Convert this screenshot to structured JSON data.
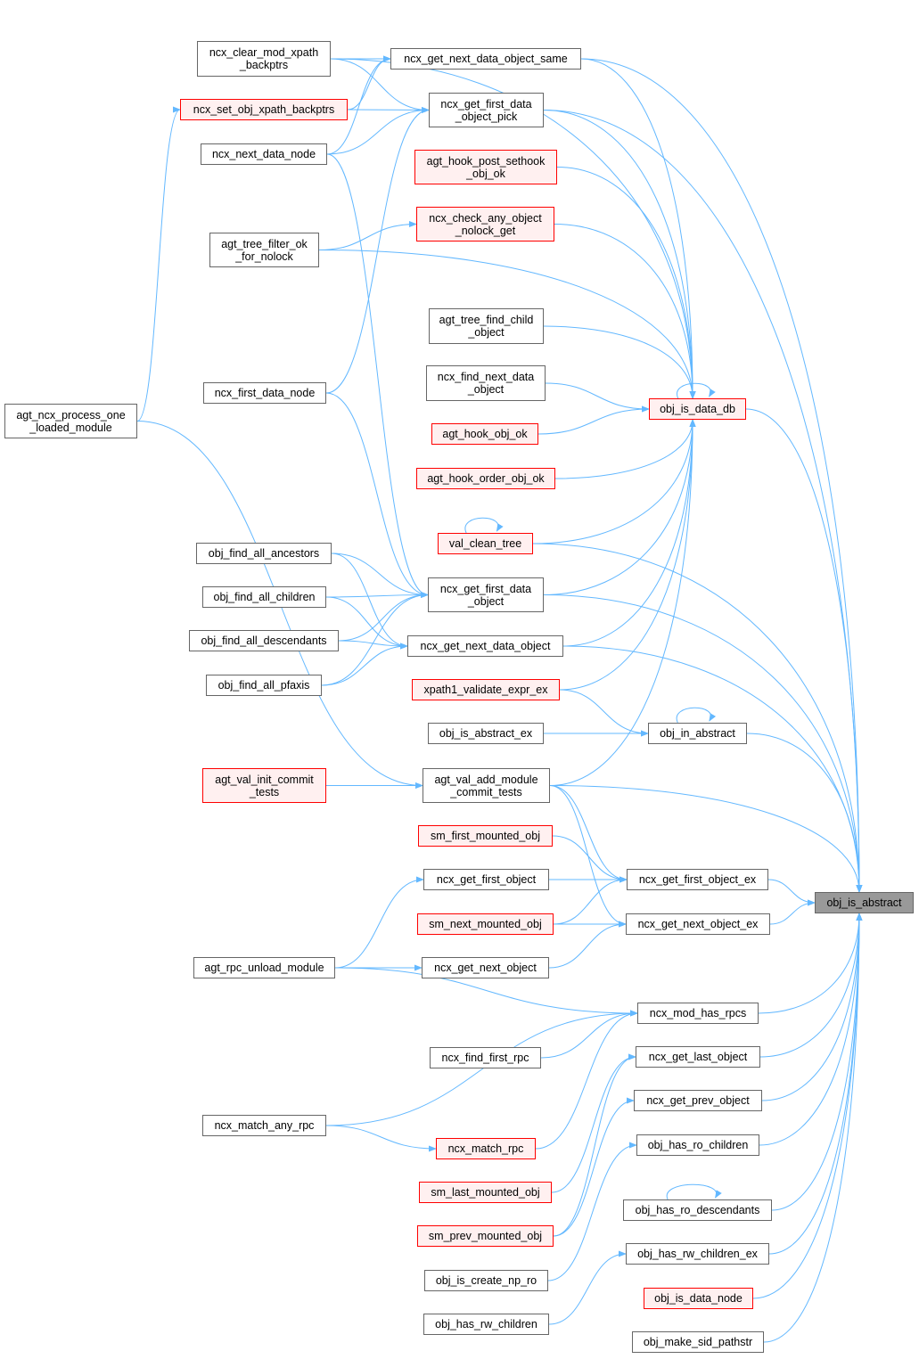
{
  "colors": {
    "edge": "#63b8ff",
    "node_border": "#666666",
    "highlight_border": "#ff0000",
    "highlight_fill": "#fff0f0",
    "focus_fill": "#999999"
  },
  "nodes": [
    {
      "id": "clear_xpath",
      "lines": [
        "ncx_clear_mod_xpath",
        "_backptrs"
      ],
      "style": "normal"
    },
    {
      "id": "next_same",
      "lines": [
        "ncx_get_next_data_object_same"
      ],
      "style": "normal"
    },
    {
      "id": "set_xpath",
      "lines": [
        "ncx_set_obj_xpath_backptrs"
      ],
      "style": "red"
    },
    {
      "id": "first_pick",
      "lines": [
        "ncx_get_first_data",
        "_object_pick"
      ],
      "style": "normal"
    },
    {
      "id": "next_data_node",
      "lines": [
        "ncx_next_data_node"
      ],
      "style": "normal"
    },
    {
      "id": "post_sethook",
      "lines": [
        "agt_hook_post_sethook",
        "_obj_ok"
      ],
      "style": "red"
    },
    {
      "id": "check_any",
      "lines": [
        "ncx_check_any_object",
        "_nolock_get"
      ],
      "style": "red"
    },
    {
      "id": "tree_filter",
      "lines": [
        "agt_tree_filter_ok",
        "_for_nolock"
      ],
      "style": "normal"
    },
    {
      "id": "find_child",
      "lines": [
        "agt_tree_find_child",
        "_object"
      ],
      "style": "normal"
    },
    {
      "id": "find_next_data",
      "lines": [
        "ncx_find_next_data",
        "_object"
      ],
      "style": "normal"
    },
    {
      "id": "first_data_node",
      "lines": [
        "ncx_first_data_node"
      ],
      "style": "normal"
    },
    {
      "id": "process_one",
      "lines": [
        "agt_ncx_process_one",
        "_loaded_module"
      ],
      "style": "normal"
    },
    {
      "id": "is_data_db",
      "lines": [
        "obj_is_data_db"
      ],
      "style": "red"
    },
    {
      "id": "hook_obj_ok",
      "lines": [
        "agt_hook_obj_ok"
      ],
      "style": "red"
    },
    {
      "id": "hook_order",
      "lines": [
        "agt_hook_order_obj_ok"
      ],
      "style": "red"
    },
    {
      "id": "val_clean",
      "lines": [
        "val_clean_tree"
      ],
      "style": "red"
    },
    {
      "id": "ancestors",
      "lines": [
        "obj_find_all_ancestors"
      ],
      "style": "normal"
    },
    {
      "id": "first_data_obj",
      "lines": [
        "ncx_get_first_data",
        "_object"
      ],
      "style": "normal"
    },
    {
      "id": "children",
      "lines": [
        "obj_find_all_children"
      ],
      "style": "normal"
    },
    {
      "id": "descendants",
      "lines": [
        "obj_find_all_descendants"
      ],
      "style": "normal"
    },
    {
      "id": "next_data_obj",
      "lines": [
        "ncx_get_next_data_object"
      ],
      "style": "normal"
    },
    {
      "id": "pfaxis",
      "lines": [
        "obj_find_all_pfaxis"
      ],
      "style": "normal"
    },
    {
      "id": "xpath1",
      "lines": [
        "xpath1_validate_expr_ex"
      ],
      "style": "red"
    },
    {
      "id": "abstract_ex",
      "lines": [
        "obj_is_abstract_ex"
      ],
      "style": "normal"
    },
    {
      "id": "in_abstract",
      "lines": [
        "obj_in_abstract"
      ],
      "style": "normal"
    },
    {
      "id": "init_commit",
      "lines": [
        "agt_val_init_commit",
        "_tests"
      ],
      "style": "red"
    },
    {
      "id": "add_module",
      "lines": [
        "agt_val_add_module",
        "_commit_tests"
      ],
      "style": "normal"
    },
    {
      "id": "sm_first",
      "lines": [
        "sm_first_mounted_obj"
      ],
      "style": "red"
    },
    {
      "id": "first_object",
      "lines": [
        "ncx_get_first_object"
      ],
      "style": "normal"
    },
    {
      "id": "first_object_ex",
      "lines": [
        "ncx_get_first_object_ex"
      ],
      "style": "normal"
    },
    {
      "id": "is_abstract",
      "lines": [
        "obj_is_abstract"
      ],
      "style": "focus"
    },
    {
      "id": "sm_next",
      "lines": [
        "sm_next_mounted_obj"
      ],
      "style": "red"
    },
    {
      "id": "next_object_ex",
      "lines": [
        "ncx_get_next_object_ex"
      ],
      "style": "normal"
    },
    {
      "id": "rpc_unload",
      "lines": [
        "agt_rpc_unload_module"
      ],
      "style": "normal"
    },
    {
      "id": "next_object",
      "lines": [
        "ncx_get_next_object"
      ],
      "style": "normal"
    },
    {
      "id": "mod_has_rpcs",
      "lines": [
        "ncx_mod_has_rpcs"
      ],
      "style": "normal"
    },
    {
      "id": "find_first_rpc",
      "lines": [
        "ncx_find_first_rpc"
      ],
      "style": "normal"
    },
    {
      "id": "last_object",
      "lines": [
        "ncx_get_last_object"
      ],
      "style": "normal"
    },
    {
      "id": "prev_object",
      "lines": [
        "ncx_get_prev_object"
      ],
      "style": "normal"
    },
    {
      "id": "match_any_rpc",
      "lines": [
        "ncx_match_any_rpc"
      ],
      "style": "normal"
    },
    {
      "id": "match_rpc",
      "lines": [
        "ncx_match_rpc"
      ],
      "style": "red"
    },
    {
      "id": "ro_children",
      "lines": [
        "obj_has_ro_children"
      ],
      "style": "normal"
    },
    {
      "id": "sm_last",
      "lines": [
        "sm_last_mounted_obj"
      ],
      "style": "red"
    },
    {
      "id": "ro_desc",
      "lines": [
        "obj_has_ro_descendants"
      ],
      "style": "normal"
    },
    {
      "id": "sm_prev",
      "lines": [
        "sm_prev_mounted_obj"
      ],
      "style": "red"
    },
    {
      "id": "rw_children_ex",
      "lines": [
        "obj_has_rw_children_ex"
      ],
      "style": "normal"
    },
    {
      "id": "create_np_ro",
      "lines": [
        "obj_is_create_np_ro"
      ],
      "style": "normal"
    },
    {
      "id": "is_data_node",
      "lines": [
        "obj_is_data_node"
      ],
      "style": "red"
    },
    {
      "id": "rw_children",
      "lines": [
        "obj_has_rw_children"
      ],
      "style": "normal"
    },
    {
      "id": "sid_pathstr",
      "lines": [
        "obj_make_sid_pathstr"
      ],
      "style": "normal"
    }
  ],
  "edges": [
    [
      "clear_xpath",
      "next_same"
    ],
    [
      "clear_xpath",
      "first_pick"
    ],
    [
      "clear_xpath",
      "is_data_db"
    ],
    [
      "set_xpath",
      "next_same"
    ],
    [
      "set_xpath",
      "first_pick"
    ],
    [
      "next_data_node",
      "next_same"
    ],
    [
      "next_data_node",
      "first_pick"
    ],
    [
      "next_data_node",
      "first_data_obj"
    ],
    [
      "process_one",
      "set_xpath"
    ],
    [
      "process_one",
      "add_module"
    ],
    [
      "tree_filter",
      "check_any"
    ],
    [
      "tree_filter",
      "is_data_db"
    ],
    [
      "first_data_node",
      "first_pick"
    ],
    [
      "first_data_node",
      "first_data_obj"
    ],
    [
      "next_same",
      "is_data_db"
    ],
    [
      "next_same",
      "is_abstract"
    ],
    [
      "first_pick",
      "is_data_db"
    ],
    [
      "first_pick",
      "is_abstract"
    ],
    [
      "post_sethook",
      "is_data_db"
    ],
    [
      "check_any",
      "is_data_db"
    ],
    [
      "find_child",
      "is_data_db"
    ],
    [
      "find_next_data",
      "is_data_db"
    ],
    [
      "hook_obj_ok",
      "is_data_db"
    ],
    [
      "hook_order",
      "is_data_db"
    ],
    [
      "val_clean",
      "is_data_db"
    ],
    [
      "val_clean",
      "val_clean"
    ],
    [
      "val_clean",
      "is_abstract"
    ],
    [
      "is_data_db",
      "is_data_db"
    ],
    [
      "is_data_db",
      "is_abstract"
    ],
    [
      "ancestors",
      "first_data_obj"
    ],
    [
      "ancestors",
      "next_data_obj"
    ],
    [
      "children",
      "first_data_obj"
    ],
    [
      "children",
      "next_data_obj"
    ],
    [
      "descendants",
      "first_data_obj"
    ],
    [
      "descendants",
      "next_data_obj"
    ],
    [
      "pfaxis",
      "first_data_obj"
    ],
    [
      "pfaxis",
      "next_data_obj"
    ],
    [
      "first_data_obj",
      "is_data_db"
    ],
    [
      "first_data_obj",
      "is_abstract"
    ],
    [
      "next_data_obj",
      "is_data_db"
    ],
    [
      "next_data_obj",
      "is_abstract"
    ],
    [
      "xpath1",
      "is_data_db"
    ],
    [
      "xpath1",
      "in_abstract"
    ],
    [
      "abstract_ex",
      "in_abstract"
    ],
    [
      "in_abstract",
      "in_abstract"
    ],
    [
      "in_abstract",
      "is_abstract"
    ],
    [
      "init_commit",
      "add_module"
    ],
    [
      "add_module",
      "is_data_db"
    ],
    [
      "add_module",
      "first_object_ex"
    ],
    [
      "add_module",
      "next_object_ex"
    ],
    [
      "add_module",
      "is_abstract"
    ],
    [
      "sm_first",
      "first_object_ex"
    ],
    [
      "first_object",
      "first_object_ex"
    ],
    [
      "sm_next",
      "first_object_ex"
    ],
    [
      "sm_next",
      "next_object_ex"
    ],
    [
      "first_object_ex",
      "is_abstract"
    ],
    [
      "next_object_ex",
      "is_abstract"
    ],
    [
      "rpc_unload",
      "first_object"
    ],
    [
      "rpc_unload",
      "next_object"
    ],
    [
      "rpc_unload",
      "mod_has_rpcs"
    ],
    [
      "next_object",
      "next_object_ex"
    ],
    [
      "mod_has_rpcs",
      "is_abstract"
    ],
    [
      "find_first_rpc",
      "mod_has_rpcs"
    ],
    [
      "match_any_rpc",
      "mod_has_rpcs"
    ],
    [
      "match_any_rpc",
      "match_rpc"
    ],
    [
      "match_rpc",
      "mod_has_rpcs"
    ],
    [
      "sm_last",
      "last_object"
    ],
    [
      "sm_prev",
      "last_object"
    ],
    [
      "sm_prev",
      "prev_object"
    ],
    [
      "last_object",
      "is_abstract"
    ],
    [
      "prev_object",
      "is_abstract"
    ],
    [
      "ro_children",
      "is_abstract"
    ],
    [
      "ro_desc",
      "ro_desc"
    ],
    [
      "ro_desc",
      "is_abstract"
    ],
    [
      "rw_children_ex",
      "is_abstract"
    ],
    [
      "is_data_node",
      "is_abstract"
    ],
    [
      "sid_pathstr",
      "is_abstract"
    ],
    [
      "create_np_ro",
      "ro_children"
    ],
    [
      "rw_children",
      "rw_children_ex"
    ]
  ]
}
